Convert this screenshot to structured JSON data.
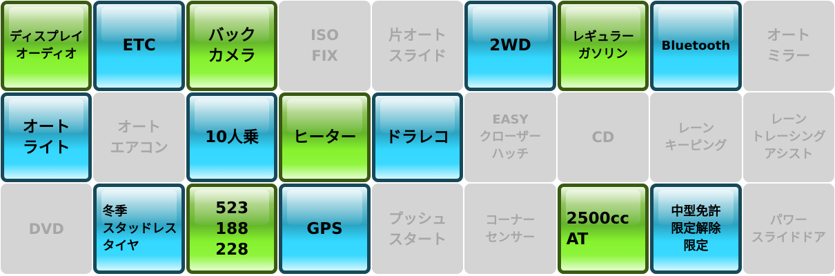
{
  "colors": {
    "green_border": "#3a5a12",
    "green": "#86f22e",
    "blue_border": "#17495a",
    "blue": "#34d8ff",
    "inactive": "#d4d4d4",
    "inactive_text": "#a6a6a6"
  },
  "tiles": [
    {
      "label": "ディスプレイ\nオーディオ",
      "state": "green"
    },
    {
      "label": "ETC",
      "state": "blue"
    },
    {
      "label": "バック\nカメラ",
      "state": "green"
    },
    {
      "label": "ISO\nFIX",
      "state": "gray"
    },
    {
      "label": "片オート\nスライド",
      "state": "gray"
    },
    {
      "label": "2WD",
      "state": "blue"
    },
    {
      "label": "レギュラー\nガソリン",
      "state": "green"
    },
    {
      "label": "Bluetooth",
      "state": "blue"
    },
    {
      "label": "オート\nミラー",
      "state": "gray"
    },
    {
      "label": "オート\nライト",
      "state": "blue"
    },
    {
      "label": "オート\nエアコン",
      "state": "gray"
    },
    {
      "label": "10人乗",
      "state": "blue"
    },
    {
      "label": "ヒーター",
      "state": "green"
    },
    {
      "label": "ドラレコ",
      "state": "blue"
    },
    {
      "label": "EASY\nクローザー\nハッチ",
      "state": "gray"
    },
    {
      "label": "CD",
      "state": "gray"
    },
    {
      "label": "レーン\nキーピング",
      "state": "gray"
    },
    {
      "label": "レーン\nトレーシング\nアシスト",
      "state": "gray"
    },
    {
      "label": "DVD",
      "state": "gray"
    },
    {
      "label": "冬季\nスタッドレス\nタイヤ",
      "state": "blue"
    },
    {
      "label": "523\n188\n228",
      "state": "green"
    },
    {
      "label": "GPS",
      "state": "blue"
    },
    {
      "label": "プッシュ\nスタート",
      "state": "gray"
    },
    {
      "label": "コーナー\nセンサー",
      "state": "gray"
    },
    {
      "label": "2500cc\nAT",
      "state": "green"
    },
    {
      "label": "中型免許\n限定解除\n限定",
      "state": "blue"
    },
    {
      "label": "パワー\nスライドドア",
      "state": "gray"
    }
  ]
}
